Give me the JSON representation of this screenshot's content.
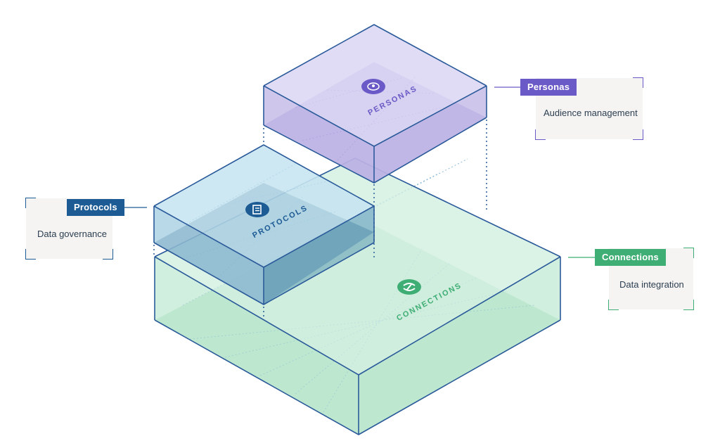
{
  "layers": [
    {
      "id": "personas",
      "box_label": "PERSONAS",
      "tag": "Personas",
      "description": "Audience management",
      "color": "#6a5ac7"
    },
    {
      "id": "protocols",
      "box_label": "PROTOCOLS",
      "tag": "Protocols",
      "description": "Data governance",
      "color": "#1d5b95"
    },
    {
      "id": "connections",
      "box_label": "CONNECTIONS",
      "tag": "Connections",
      "description": "Data integration",
      "color": "#3fae74"
    }
  ],
  "colors": {
    "outline": "#2a5a9a",
    "personas_fill": "#cfc9ee",
    "protocols_fill": "#bfe1ef",
    "connections_fill": "#bfe8d3",
    "callout_bg": "#f5f4f2"
  },
  "icons": [
    "personas-icon",
    "protocols-icon",
    "connections-icon"
  ]
}
